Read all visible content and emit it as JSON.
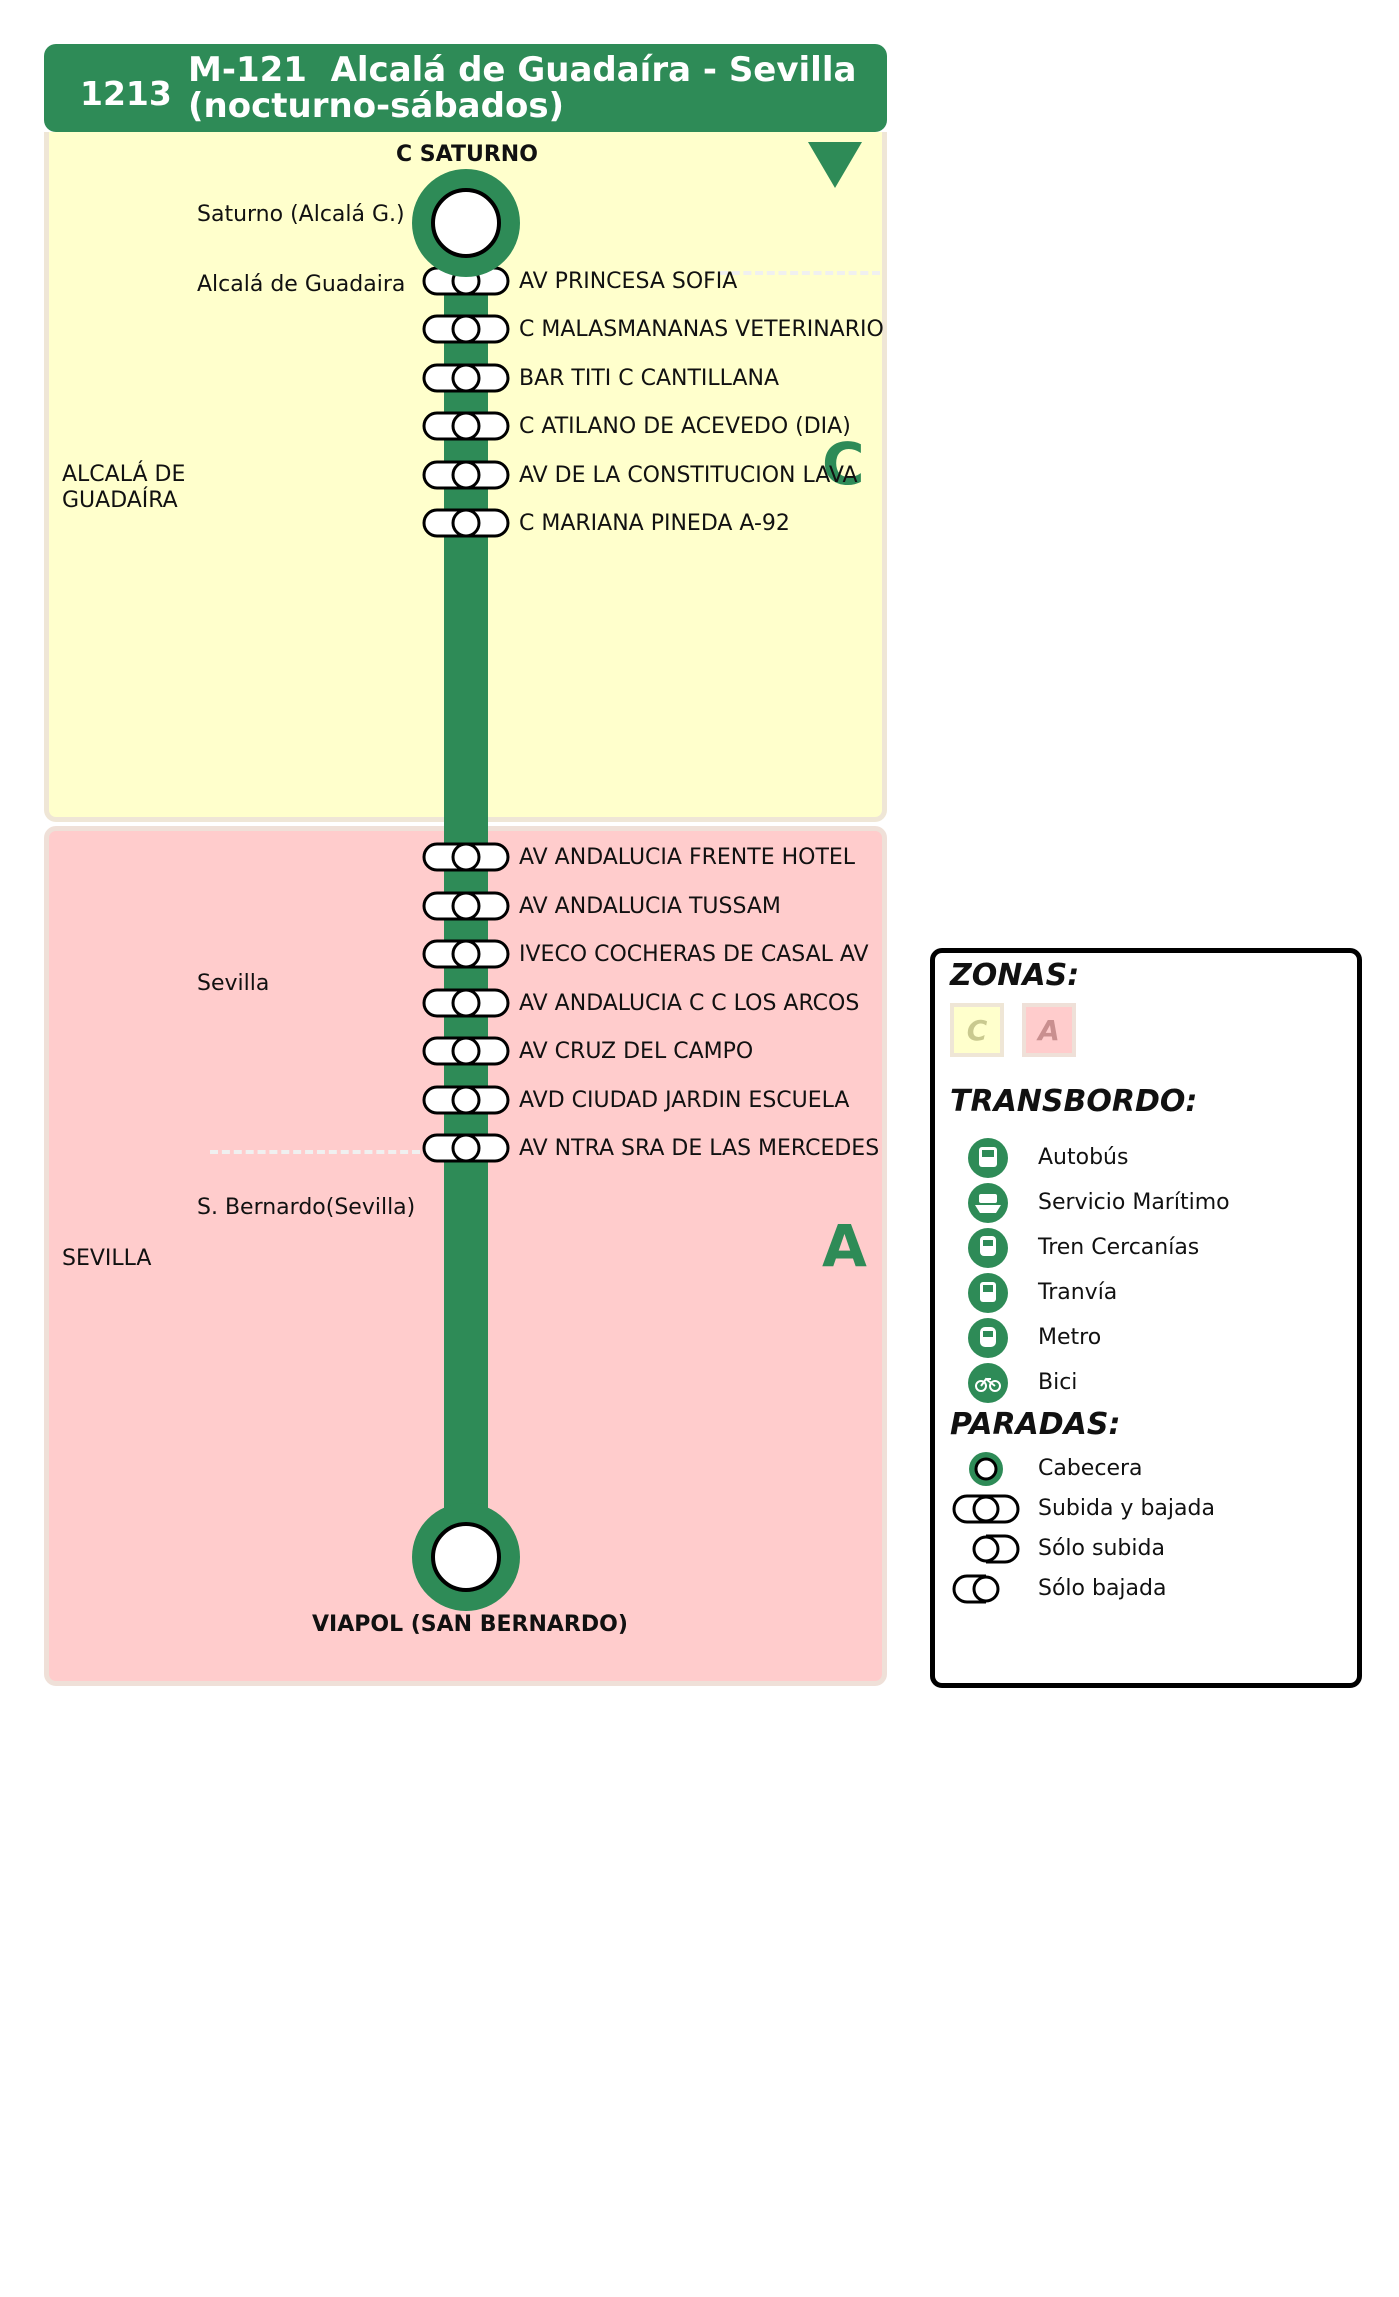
{
  "header": {
    "line_code": "1213",
    "title": "M-121  Alcalá de Guadaíra - Sevilla\n(nocturno-sábados)"
  },
  "colors": {
    "line": "#2e8b57",
    "zone_c": "#ffffcc",
    "zone_a": "#ffcccc"
  },
  "zones": {
    "c_letter": "C",
    "a_letter": "A"
  },
  "route": {
    "origin": "C SATURNO",
    "destination": "VIAPOL (SAN BERNARDO)",
    "direction_icon": "down-triangle-icon",
    "municipalities": [
      "ALCALÁ DE\nGUADAÍRA",
      "SEVILLA"
    ],
    "areas": [
      "Saturno (Alcalá G.)",
      "Alcalá de Guadaira",
      "Sevilla",
      "S. Bernardo(Sevilla)"
    ],
    "stops": [
      "AV PRINCESA SOFIA",
      "C MALASMANANAS VETERINARIO",
      "BAR TITI C CANTILLANA",
      "C ATILANO DE ACEVEDO (DIA)",
      "AV DE LA CONSTITUCION LAVA",
      "C MARIANA PINEDA A-92",
      "AV ANDALUCIA FRENTE HOTEL",
      "AV ANDALUCIA TUSSAM",
      "IVECO COCHERAS DE CASAL AV",
      "AV ANDALUCIA C C LOS ARCOS",
      "AV CRUZ DEL CAMPO",
      "AVD CIUDAD JARDIN ESCUELA",
      "AV NTRA SRA DE LAS MERCEDES"
    ]
  },
  "legend": {
    "zonas_title": "ZONAS:",
    "zone_items": [
      "C",
      "A"
    ],
    "transbordo_title": "TRANSBORDO:",
    "transbordo_items": [
      {
        "icon": "bus-icon",
        "label": "Autobús"
      },
      {
        "icon": "ferry-icon",
        "label": "Servicio Marítimo"
      },
      {
        "icon": "train-icon",
        "label": "Tren Cercanías"
      },
      {
        "icon": "tram-icon",
        "label": "Tranvía"
      },
      {
        "icon": "metro-icon",
        "label": "Metro"
      },
      {
        "icon": "bike-icon",
        "label": "Bici"
      }
    ],
    "paradas_title": "PARADAS:",
    "paradas_items": [
      {
        "icon": "terminus-icon",
        "label": "Cabecera"
      },
      {
        "icon": "board-alight-icon",
        "label": "Subida y bajada"
      },
      {
        "icon": "board-only-icon",
        "label": "Sólo subida"
      },
      {
        "icon": "alight-only-icon",
        "label": "Sólo bajada"
      }
    ]
  }
}
